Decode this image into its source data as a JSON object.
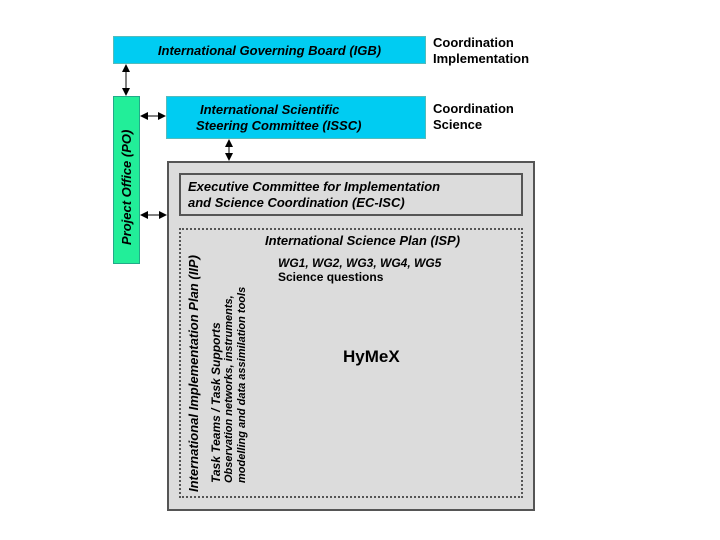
{
  "igb": {
    "label": "International Governing Board (IGB)"
  },
  "igb_side": {
    "line1": "Coordination",
    "line2": "Implementation"
  },
  "issc": {
    "line1": "International Scientific",
    "line2": "Steering Committee (ISSC)"
  },
  "issc_side": {
    "line1": "Coordination",
    "line2": "Science"
  },
  "po": {
    "label": "Project Office (PO)"
  },
  "ecisc": {
    "line1": "Executive Committee for Implementation",
    "line2": "and Science Coordination (EC-ISC)"
  },
  "isp": {
    "title": "International Science Plan (ISP)",
    "wg": "WG1, WG2, WG3, WG4, WG5",
    "questions": "Science questions"
  },
  "iip": {
    "title": "International Implementation Plan (IIP)",
    "line1": "Task Teams / Task Supports",
    "line2": "Observation networks, instruments,",
    "line3": "modelling and data assimilation tools"
  },
  "center": {
    "label": "HyMeX"
  },
  "colors": {
    "cyan_box": "#00ccf2",
    "green_box": "#22ee99",
    "grey_panel": "#dcdcdc"
  }
}
